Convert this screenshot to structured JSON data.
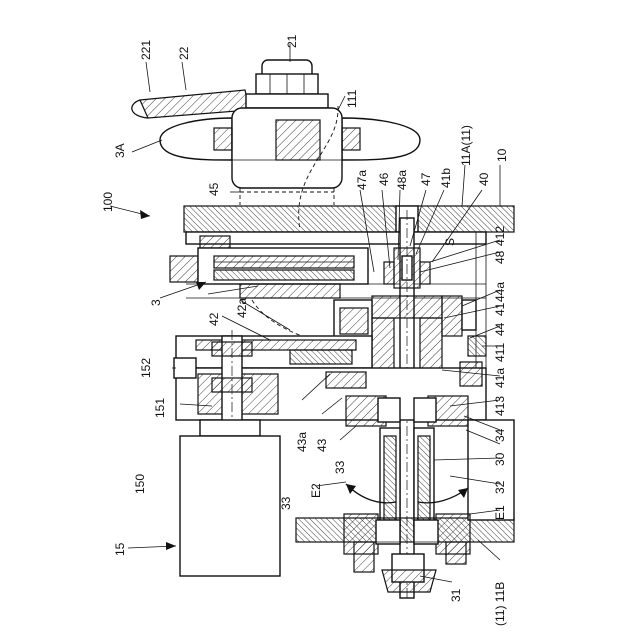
{
  "labels": {
    "l21": "21",
    "l221": "221",
    "l22": "22",
    "l111": "111",
    "l3A": "3A",
    "l11A": "11A(11)",
    "l10": "10",
    "l100": "100",
    "l45": "45",
    "l47a": "47a",
    "l46": "46",
    "l48a": "48a",
    "l47": "47",
    "l41b": "41b",
    "l40": "40",
    "lS": "S",
    "l412": "412",
    "l48": "48",
    "l44a": "44a",
    "l41": "41",
    "l44": "44",
    "l411": "411",
    "l41a": "41a",
    "l413": "413",
    "l3": "3",
    "l42a": "42a",
    "l42": "42",
    "l152": "152",
    "l151": "151",
    "l43a": "43a",
    "l43": "43",
    "l34": "34",
    "l33a": "33",
    "l30": "30",
    "l150": "150",
    "lE2": "E2",
    "l32": "32",
    "l33b": "33",
    "lE1": "E1",
    "l15": "15",
    "l31": "31",
    "l11B": "(11) 11B"
  }
}
